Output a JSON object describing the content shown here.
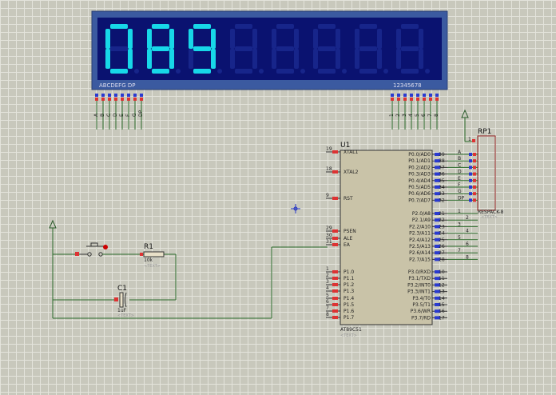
{
  "display": {
    "digits": [
      "0",
      "8",
      "9",
      "",
      "",
      "",
      "",
      ""
    ],
    "segment_legend": "ABCDEFG  DP",
    "digit_legend": "12345678",
    "segment_pins": [
      "A",
      "B",
      "C",
      "D",
      "E",
      "F",
      "G",
      "DP"
    ],
    "digit_pins": [
      "1",
      "2",
      "3",
      "4",
      "5",
      "6",
      "7",
      "8"
    ],
    "colors": {
      "lit": "#17d8e8",
      "unlit": "#17258a",
      "panel": "#0a1270",
      "bezel": "#3b5aa0"
    }
  },
  "mcu": {
    "ref": "U1",
    "part": "AT89C51",
    "text_tag": "<TEXT>",
    "left_pins": [
      {
        "num": "19",
        "name": "XTAL1"
      },
      {
        "num": "18",
        "name": "XTAL2"
      },
      {
        "num": "9",
        "name": "RST"
      },
      {
        "num": "29",
        "name": "PSEN"
      },
      {
        "num": "30",
        "name": "ALE"
      },
      {
        "num": "31",
        "name": "EA"
      },
      {
        "num": "1",
        "name": "P1.0"
      },
      {
        "num": "2",
        "name": "P1.1"
      },
      {
        "num": "3",
        "name": "P1.2"
      },
      {
        "num": "4",
        "name": "P1.3"
      },
      {
        "num": "5",
        "name": "P1.4"
      },
      {
        "num": "6",
        "name": "P1.5"
      },
      {
        "num": "7",
        "name": "P1.6"
      },
      {
        "num": "8",
        "name": "P1.7"
      }
    ],
    "right_pins": [
      {
        "num": "39",
        "name": "P0.0/AD0"
      },
      {
        "num": "38",
        "name": "P0.1/AD1"
      },
      {
        "num": "37",
        "name": "P0.2/AD2"
      },
      {
        "num": "36",
        "name": "P0.3/AD3"
      },
      {
        "num": "35",
        "name": "P0.4/AD4"
      },
      {
        "num": "34",
        "name": "P0.5/AD5"
      },
      {
        "num": "33",
        "name": "P0.6/AD6"
      },
      {
        "num": "32",
        "name": "P0.7/AD7"
      },
      {
        "num": "21",
        "name": "P2.0/A8"
      },
      {
        "num": "22",
        "name": "P2.1/A9"
      },
      {
        "num": "23",
        "name": "P2.2/A10"
      },
      {
        "num": "24",
        "name": "P2.3/A11"
      },
      {
        "num": "25",
        "name": "P2.4/A12"
      },
      {
        "num": "26",
        "name": "P2.5/A13"
      },
      {
        "num": "27",
        "name": "P2.6/A14"
      },
      {
        "num": "28",
        "name": "P2.7/A15"
      },
      {
        "num": "10",
        "name": "P3.0/RXD"
      },
      {
        "num": "11",
        "name": "P3.1/TXD"
      },
      {
        "num": "12",
        "name": "P3.2/INT0"
      },
      {
        "num": "13",
        "name": "P3.3/INT1"
      },
      {
        "num": "14",
        "name": "P3.4/T0"
      },
      {
        "num": "15",
        "name": "P3.5/T1"
      },
      {
        "num": "16",
        "name": "P3.6/WR"
      },
      {
        "num": "17",
        "name": "P3.7/RD"
      }
    ],
    "p0_net_labels": [
      "A",
      "B",
      "C",
      "D",
      "E",
      "F",
      "G",
      "DP"
    ],
    "p2_net_labels": [
      "1",
      "2",
      "3",
      "4",
      "5",
      "6",
      "7",
      "8"
    ]
  },
  "rp1": {
    "ref": "RP1",
    "part": "RESPACK-8",
    "text_tag": "<TEXT>",
    "pin1": "1"
  },
  "r1": {
    "ref": "R1",
    "value": "10k",
    "text_tag": "<TEXT>"
  },
  "c1": {
    "ref": "C1",
    "value": "1uF",
    "text_tag": "<TEXT>"
  }
}
